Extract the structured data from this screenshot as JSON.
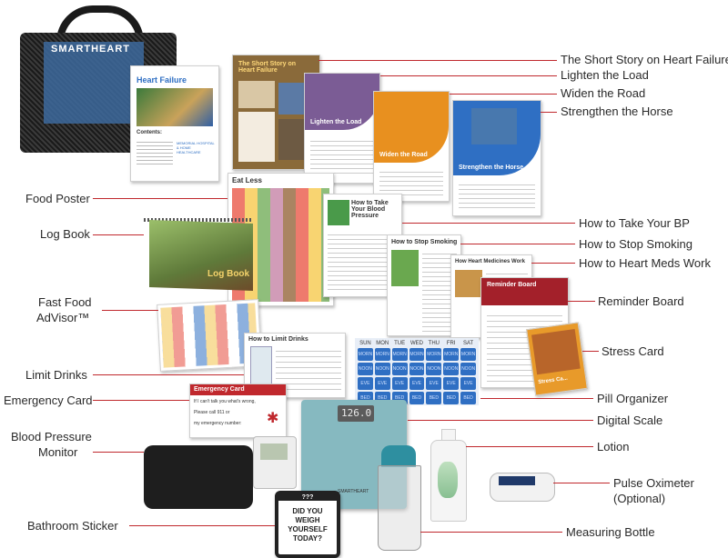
{
  "labels_right": {
    "short_story": "The Short Story on Heart Failure",
    "lighten": "Lighten the Load",
    "widen": "Widen the Road",
    "strengthen": "Strengthen the Horse",
    "take_bp": "How to Take Your BP",
    "stop_smoking": "How to Stop Smoking",
    "heart_meds": "How to Heart Meds Work",
    "reminder_board": "Reminder Board",
    "stress_card": "Stress Card",
    "pill_organizer": "Pill Organizer",
    "digital_scale": "Digital Scale",
    "lotion": "Lotion",
    "pulse_oximeter_1": "Pulse Oximeter",
    "pulse_oximeter_2": "(Optional)",
    "measuring_bottle": "Measuring Bottle"
  },
  "labels_left": {
    "food_poster": "Food Poster",
    "log_book": "Log Book",
    "fast_food_1": "Fast Food",
    "fast_food_2": "AdVisor™",
    "limit_drinks": "Limit Drinks",
    "emergency_card": "Emergency Card",
    "bp_monitor_1": "Blood Pressure",
    "bp_monitor_2": "Monitor",
    "bathroom_sticker": "Bathroom Sticker"
  },
  "items": {
    "bag_brand": "SMARTHEART",
    "booklet_title": "Heart Failure",
    "booklet_contents": "Contents:",
    "booklet_hospital": "MEMORIAL HOSPITAL & HOME HEALTHCARE",
    "short_story_title": "The Short Story on Heart Failure",
    "lighten_title": "Lighten the Load",
    "widen_title": "Widen the Road",
    "strengthen_title": "Strengthen the Horse",
    "food_poster_title": "Eat Less",
    "log_book_title": "Log Book",
    "take_bp_title": "How to Take Your Blood Pressure",
    "stop_smoking_title": "How to Stop Smoking",
    "meds_title": "How Heart Medicines Work",
    "reminder_title": "Reminder Board",
    "limit_drinks_title": "How to Limit Drinks",
    "emergency_title": "Emergency Card",
    "emergency_line1": "If I can't talk you what's wrong,",
    "emergency_line2": "Please call 911 or",
    "emergency_line3": "my emergency number:",
    "stress_title": "Stress Ca...",
    "scale_reading": "126.0",
    "scale_brand": "SMARTHEART",
    "sticker_top": "???",
    "sticker_text": "DID YOU WEIGH YOURSELF TODAY?",
    "pill_days": [
      "SUN",
      "MON",
      "TUE",
      "WED",
      "THU",
      "FRI",
      "SAT"
    ],
    "pill_rows": [
      "MORN",
      "NOON",
      "EVE",
      "BED"
    ]
  },
  "colors": {
    "leader": "#c0282d",
    "purple": "#7b5c95",
    "orange": "#e8901f",
    "blue": "#2f6fc3",
    "teal_scale": "#86b9c0",
    "reminder_red": "#a3202a"
  }
}
